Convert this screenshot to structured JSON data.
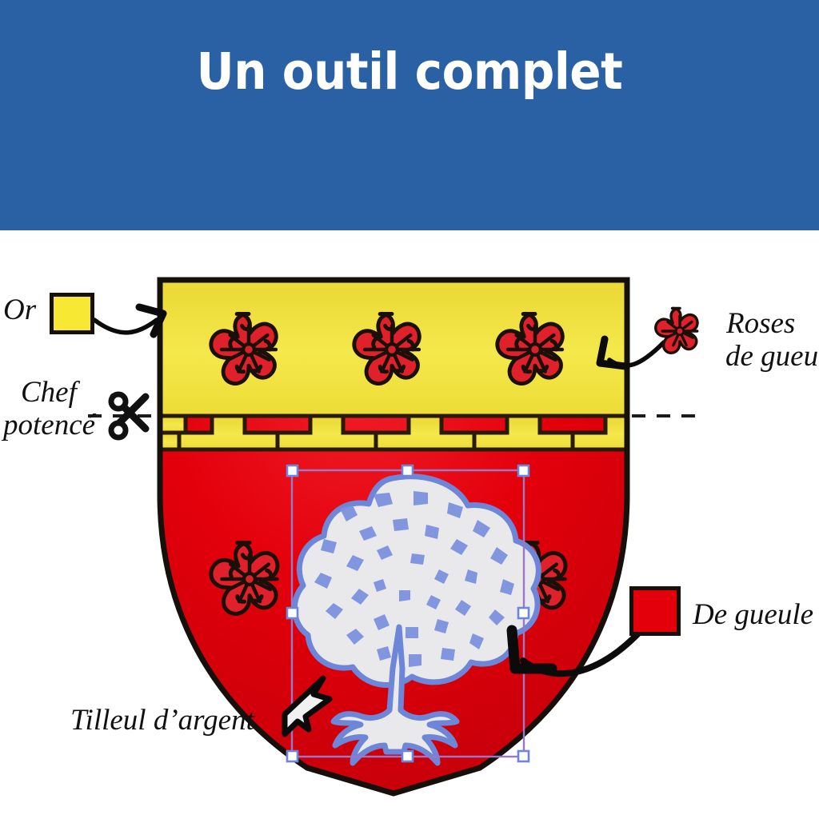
{
  "header": {
    "title": "Un outil complet",
    "background_color": "#2A61A5",
    "text_color": "#FFFFFF"
  },
  "illustration": {
    "subject": "coat-of-arms-shield",
    "description": "Heraldic shield (blason) with a gold chief potent charged with three red roses, on a red field charged with a silver linden tree shown selected in a vector editor",
    "shield": {
      "field_color": "#E3000B",
      "chief_color": "#F0DE33",
      "outline_color": "#15100A"
    },
    "tree": {
      "name": "tilleul",
      "fill_color": "#E9E9EC",
      "path_outline_color": "#6E86D8",
      "selection_box_color": "#9A78C8",
      "handle_fill": "#FFFFFF"
    }
  },
  "annotations": {
    "or": {
      "label": "Or",
      "swatch_color": "#F7E833",
      "swatch_icon": "color-swatch-icon"
    },
    "chef": {
      "line1": "Chef",
      "line2": "potencé",
      "cut_icon": "scissors-icon"
    },
    "roses": {
      "line1": "Roses",
      "line2": "de gueules",
      "icon": "heraldic-rose-icon"
    },
    "gueule": {
      "label": "De gueule",
      "swatch_color": "#E3000B",
      "swatch_icon": "color-swatch-icon"
    },
    "tilleul": {
      "label": "Tilleul d’argent"
    },
    "cursor": {
      "icon": "arrow-cursor-icon"
    },
    "pointer_arrows": [
      {
        "name": "arrow-to-chief",
        "icon": "curved-arrow-icon"
      },
      {
        "name": "arrow-to-rose",
        "icon": "curved-arrow-icon"
      },
      {
        "name": "arrow-to-field",
        "icon": "curved-arrow-icon"
      }
    ]
  }
}
